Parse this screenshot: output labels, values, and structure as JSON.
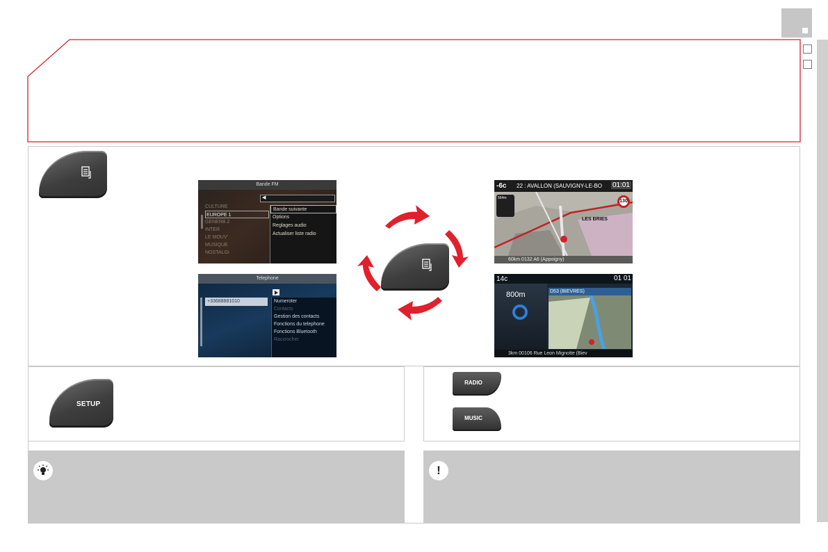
{
  "colors": {
    "accent_red": "#d4202c",
    "panel_grey": "#c9c9c9",
    "frame_grey": "#c9c9c9"
  },
  "header": {
    "title": ""
  },
  "keys": {
    "source_top_icon": "source-icon",
    "source_center_icon": "source-icon",
    "setup_label": "SETUP",
    "radio_label": "RADIO",
    "music_label": "MUSIC"
  },
  "screens": {
    "radio": {
      "title": "Bande FM",
      "stations": [
        "CULTURE",
        "EUROPE 1",
        "GENERB.2",
        "INTER",
        "LE MOUV'",
        "MUSIQUE",
        "NOSTALGI"
      ],
      "selected_station": "EUROPE 1",
      "menu": [
        "Bande suivante",
        "Options",
        "Reglages audio",
        "Actualiser liste radio"
      ]
    },
    "phone": {
      "title": "Telephone",
      "number": "+33688881010",
      "menu": [
        "Numeroter",
        "Contacts",
        "Gestion des contacts",
        "Fonctions du telephone",
        "Fonctions Bluetooth",
        "Raccrocher"
      ]
    },
    "nav1": {
      "temperature": "-6c",
      "road": "22 : AVALLON (SAUVIGNY-LE-BO",
      "time": "01:01",
      "turn_distance": "564m",
      "speed_limit": "130",
      "place": "LES BRIES",
      "bottom": "60km   0132   A6 (Appoigny)"
    },
    "nav2": {
      "temperature": "14c",
      "time": "01 01",
      "distance": "800m",
      "road": "D53 (BIEVRES)",
      "bottom": "3km   00106   Rue Leon Mignotte (Biev"
    }
  },
  "notes": {
    "tip_icon": "lightbulb-icon",
    "warning_icon": "!"
  }
}
